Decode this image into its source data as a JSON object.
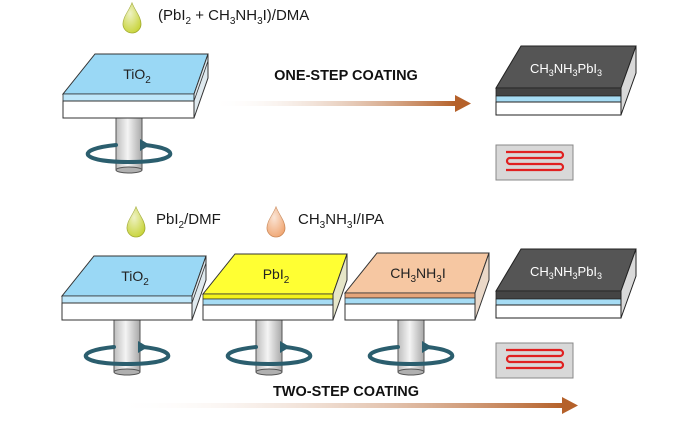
{
  "colors": {
    "tio2": "#8fd3f4",
    "pbi2": "#ffff33",
    "mai": "#f6c7a2",
    "perovskite": "#555555",
    "drop_pbi2": "#c8d43a",
    "drop_mai": "#f0a774",
    "rotation": "#2b5e6e",
    "heater": "#e02020",
    "arrow": "#b5612a"
  },
  "one_step": {
    "precursor": [
      "(PbI",
      "2",
      " + CH",
      "3",
      "NH",
      "3",
      "I)/DMA"
    ],
    "substrate": [
      "TiO",
      "2"
    ],
    "process": "ONE-STEP COATING",
    "product": [
      "CH",
      "3",
      "NH",
      "3",
      "PbI",
      "3"
    ]
  },
  "two_step": {
    "precursor_1": [
      "PbI",
      "2",
      "/DMF"
    ],
    "precursor_2": [
      "CH",
      "3",
      "NH",
      "3",
      "I/IPA"
    ],
    "substrate": [
      "TiO",
      "2"
    ],
    "layer_1": [
      "PbI",
      "2"
    ],
    "layer_2": [
      "CH",
      "3",
      "NH",
      "3",
      "I"
    ],
    "product": [
      "CH",
      "3",
      "NH",
      "3",
      "PbI",
      "3"
    ],
    "process": "TWO-STEP COATING"
  },
  "icons": [
    "drop-icon",
    "spin-rotation-icon",
    "heater-icon",
    "arrow-icon"
  ]
}
